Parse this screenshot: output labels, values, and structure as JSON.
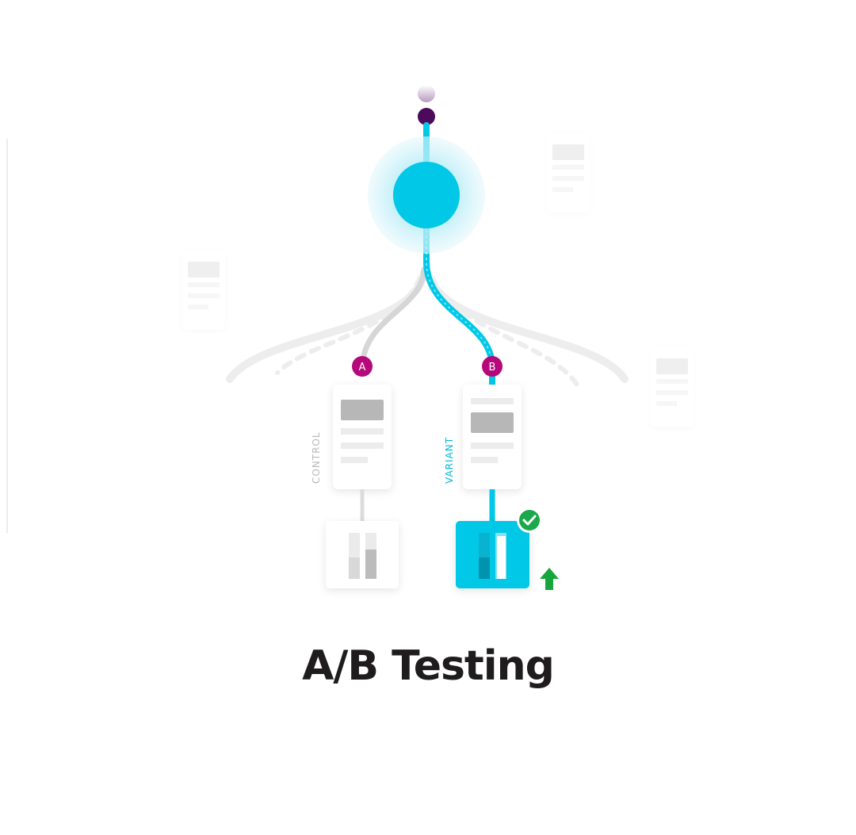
{
  "title": "A/B Testing",
  "branches": {
    "a": {
      "badge": "A",
      "label": "CONTROL"
    },
    "b": {
      "badge": "B",
      "label": "VARIANT"
    }
  },
  "colors": {
    "cyan": "#00c8e6",
    "cyan_glow": "#bdeef8",
    "badge": "#b5087a",
    "dot": "#4b0a5a",
    "gray_line": "#d6d6d6",
    "card_bar": "#b7b7b7",
    "check_green": "#1aa84a",
    "arrow_green": "#17a63e",
    "text_dark": "#1f1c1e"
  },
  "icons": {
    "check": "check-circle-icon",
    "arrow": "arrow-up-icon"
  }
}
